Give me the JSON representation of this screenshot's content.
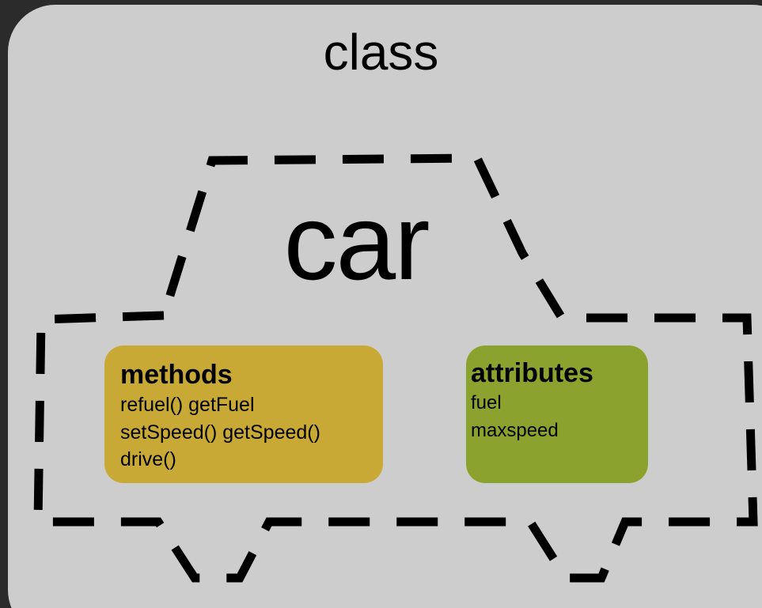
{
  "diagram": {
    "class_label": "class",
    "object_label": "car",
    "methods": {
      "heading": "methods",
      "items": [
        "refuel() getFuel",
        "setSpeed() getSpeed()",
        "drive()"
      ],
      "color": "#c9a936"
    },
    "attributes": {
      "heading": "attributes",
      "items": [
        "fuel",
        "maxspeed"
      ],
      "color": "#8ba22e"
    },
    "panel_color": "#cdcdcd",
    "background_color": "#2b2b2b",
    "outline_color": "#000000"
  }
}
